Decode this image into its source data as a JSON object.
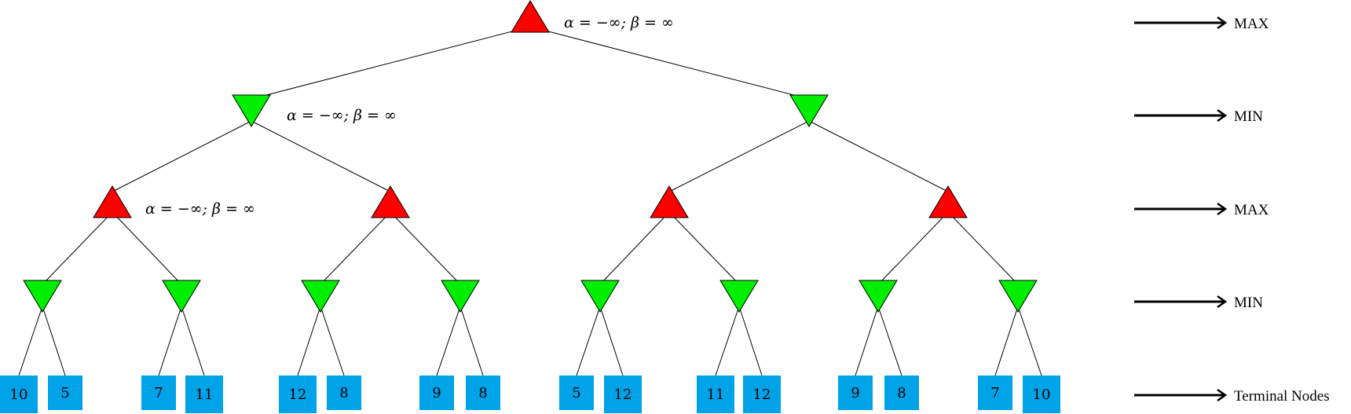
{
  "tree": {
    "root_type": "max",
    "leaf_values": [
      "10",
      "5",
      "7",
      "11",
      "12",
      "8",
      "9",
      "8",
      "5",
      "12",
      "11",
      "12",
      "9",
      "8",
      "7",
      "10"
    ],
    "alpha_beta_labels": [
      "α = −∞; β = ∞",
      "α = −∞; β = ∞",
      "α = −∞; β = ∞"
    ]
  },
  "colors": {
    "max_node": "#ff0000",
    "min_node": "#00ee00",
    "terminal_node": "#00a2e8"
  },
  "legend": [
    "MAX",
    "MIN",
    "MAX",
    "MIN",
    "Terminal Nodes"
  ]
}
